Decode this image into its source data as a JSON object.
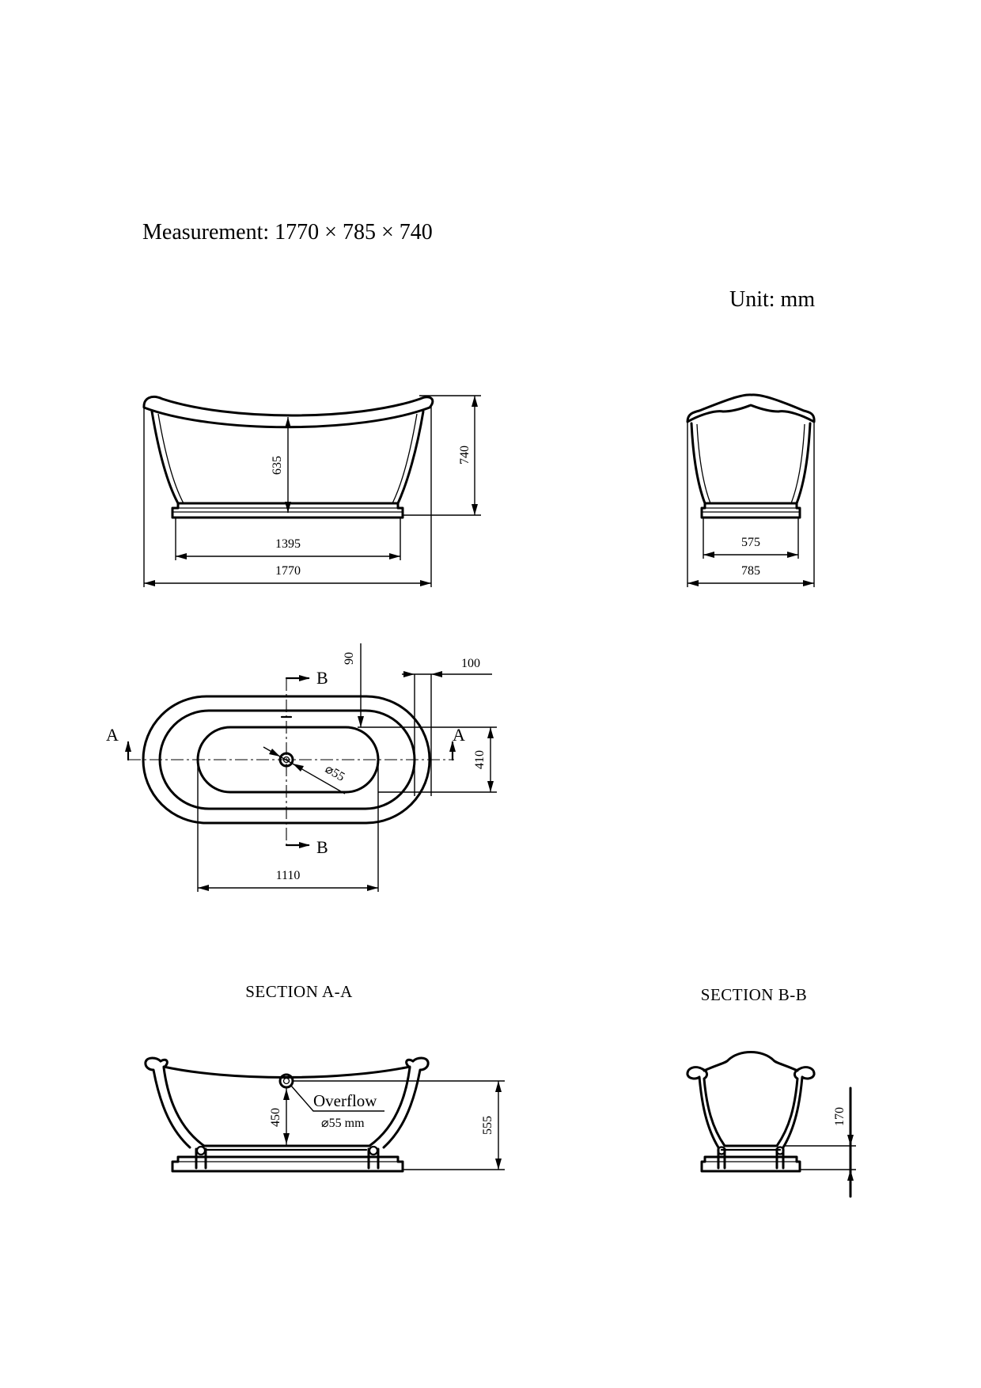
{
  "header": {
    "measurement": "Measurement: 1770 × 785 × 740",
    "unit": "Unit: mm"
  },
  "side_view": {
    "height_total": "740",
    "height_inner": "635",
    "base_length": "1395",
    "overall_length": "1770"
  },
  "end_view": {
    "base_width": "575",
    "overall_width": "785"
  },
  "plan_view": {
    "section_mark_a": "A",
    "section_mark_b": "B",
    "drain_dim": "90",
    "rim_dim": "100",
    "basin_width": "410",
    "drain_diameter": "⌀55",
    "basin_length": "1110"
  },
  "section_aa": {
    "title": "SECTION  A-A",
    "overflow_label": "Overflow",
    "overflow_size": "⌀55  mm",
    "overflow_height": "450",
    "rim_height": "555"
  },
  "section_bb": {
    "title": "SECTION  B-B",
    "depth": "170"
  }
}
